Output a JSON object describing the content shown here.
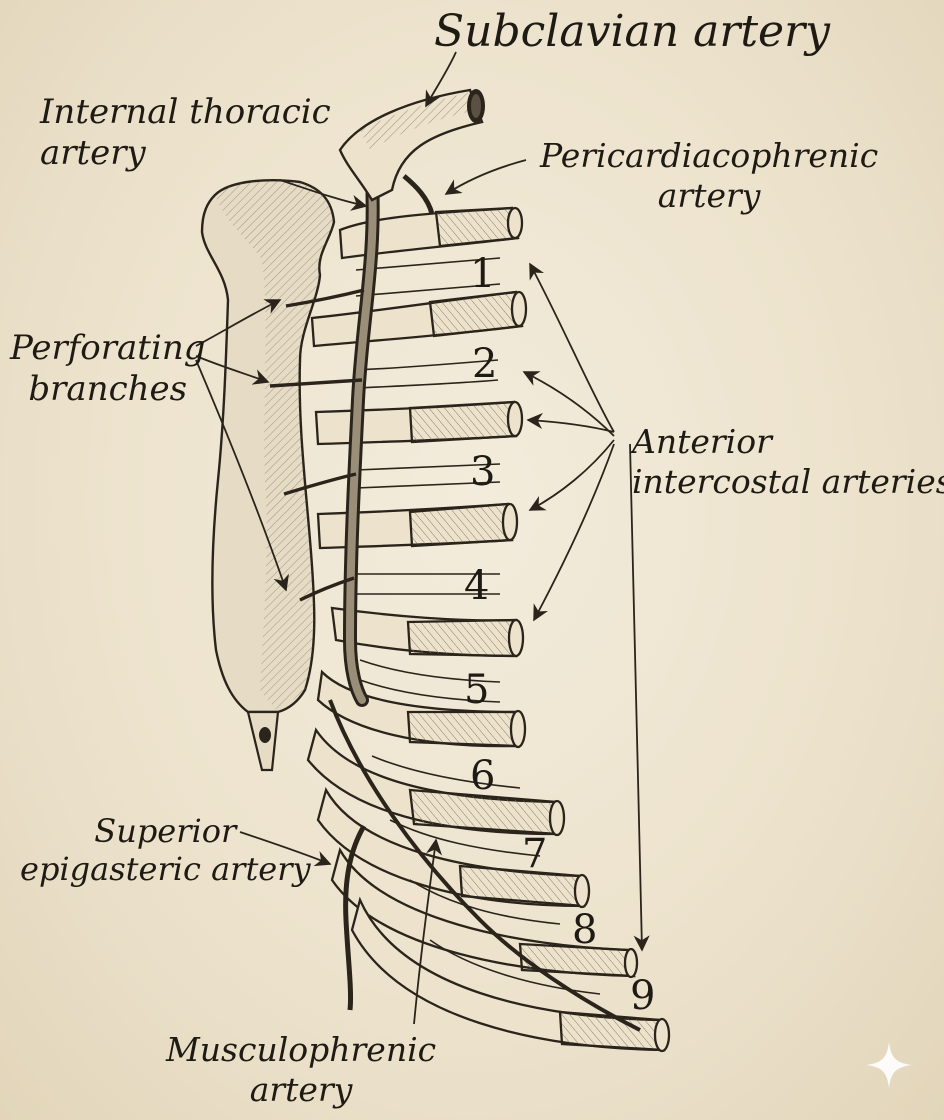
{
  "labels": {
    "subclavian": "Subclavian artery",
    "internal_thoracic": [
      "Internal thoracic",
      "artery"
    ],
    "pericardiacophrenic": [
      "Pericardiacophrenic",
      "artery"
    ],
    "perforating": [
      "Perforating",
      "branches"
    ],
    "anterior_intercostal": [
      "Anterior",
      "intercostal arteries"
    ],
    "superior_epigastric": [
      "Superior",
      "epigasteric artery"
    ],
    "musculophrenic": [
      "Musculophrenic",
      "artery"
    ]
  },
  "rib_numbers": [
    "1",
    "2",
    "3",
    "4",
    "5",
    "6",
    "7",
    "8",
    "9"
  ],
  "colors": {
    "ink": "#2a241b",
    "paper": "#efe6d3",
    "shade": "#8d806a"
  },
  "icons": [
    "sparkle-icon"
  ]
}
